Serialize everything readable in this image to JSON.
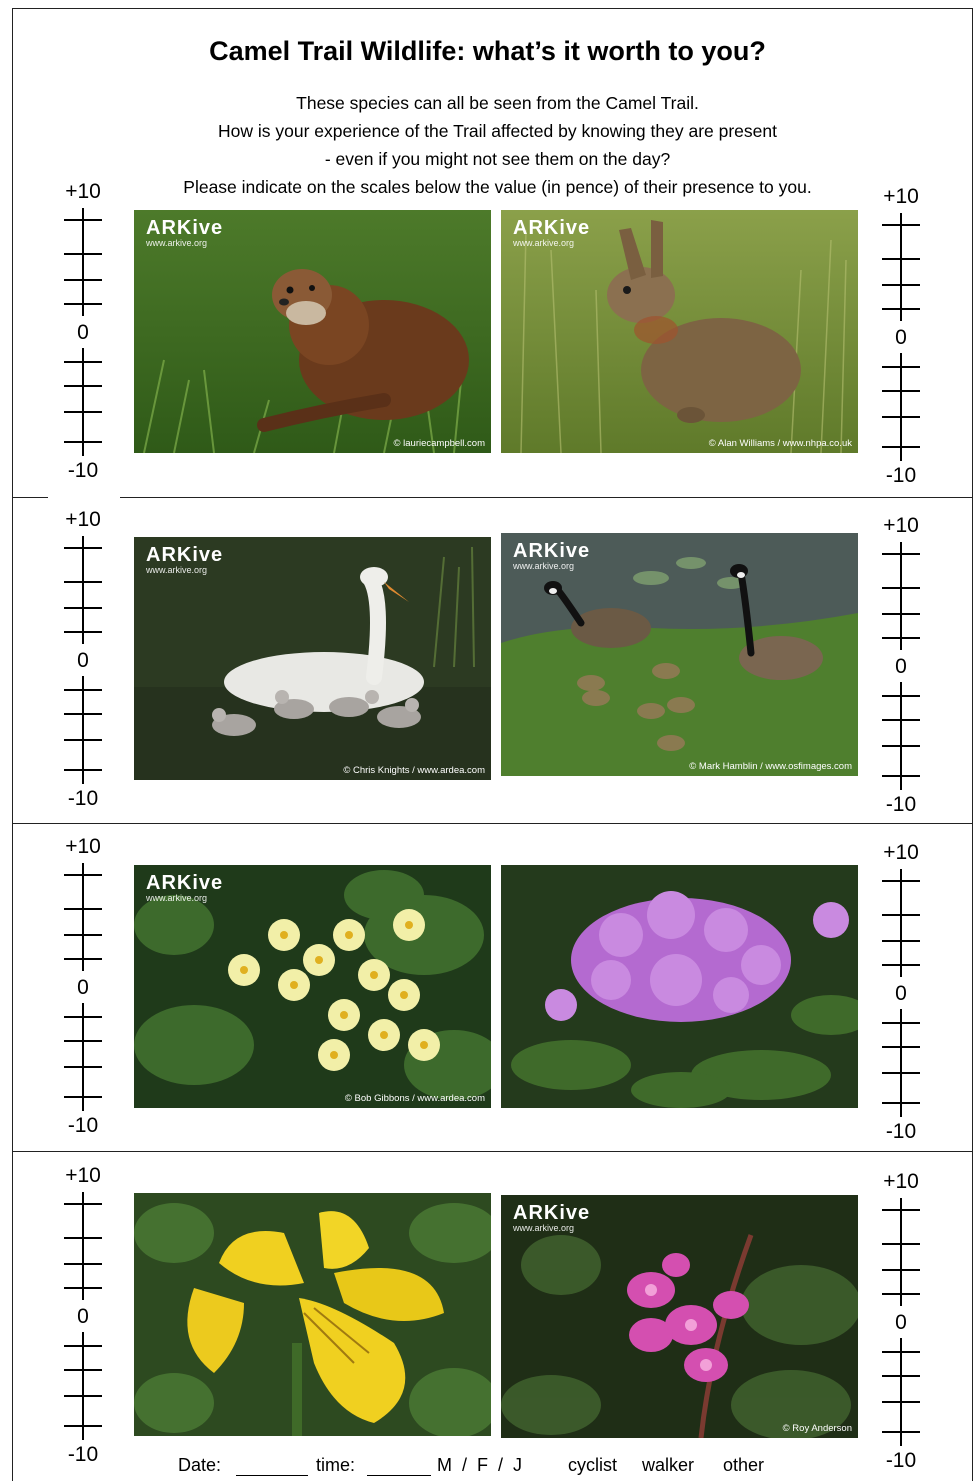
{
  "page": {
    "title": "Camel Trail Wildlife: what’s it worth to you?",
    "intro_lines": [
      "These species can all be seen from the Camel Trail.",
      "How is your experience of the Trail affected by knowing they are present",
      "- even if you might not see them on the day?",
      "Please indicate on the scales below the value (in pence) of their presence to you."
    ]
  },
  "scale_labels": {
    "top": "+10",
    "middle": "0",
    "bottom": "-10"
  },
  "photos": [
    {
      "subject": "otter",
      "logo": "ARKive",
      "logo_url": "www.arkive.org",
      "credit": "© lauriecampbell.com"
    },
    {
      "subject": "rabbit",
      "logo": "ARKive",
      "logo_url": "www.arkive.org",
      "credit": "© Alan Williams / www.nhpa.co.uk"
    },
    {
      "subject": "mute swan with cygnets",
      "logo": "ARKive",
      "logo_url": "www.arkive.org",
      "credit": "© Chris Knights / www.ardea.com"
    },
    {
      "subject": "canada geese with goslings",
      "logo": "ARKive",
      "logo_url": "www.arkive.org",
      "credit": "© Mark Hamblin / www.osfimages.com"
    },
    {
      "subject": "primroses",
      "logo": "ARKive",
      "logo_url": "www.arkive.org",
      "credit": "© Bob Gibbons / www.ardea.com"
    },
    {
      "subject": "rhododendron",
      "logo": "",
      "logo_url": "",
      "credit": ""
    },
    {
      "subject": "yellow iris",
      "logo": "",
      "logo_url": "",
      "credit": ""
    },
    {
      "subject": "himalayan balsam",
      "logo": "ARKive",
      "logo_url": "www.arkive.org",
      "credit": "© Roy Anderson"
    }
  ],
  "footer": {
    "date_label": "Date:",
    "time_label": "time:",
    "gender_options": "M  /  F  /  J",
    "type_cyclist": "cyclist",
    "type_walker": "walker",
    "type_other": "other"
  },
  "colors": {
    "frame": "#222222",
    "text": "#000000",
    "logo_text": "#ffffff"
  }
}
